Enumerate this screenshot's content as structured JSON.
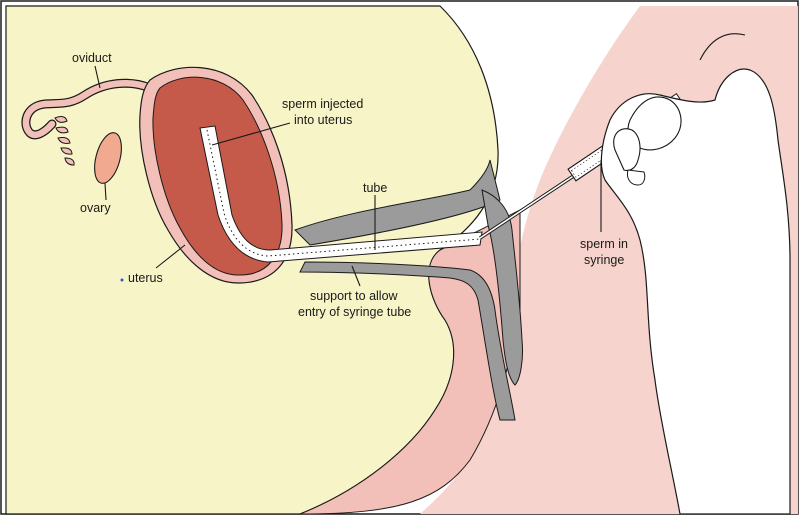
{
  "labels": {
    "oviduct": "oviduct",
    "ovary": "ovary",
    "uterus": "uterus",
    "sperm_injected_line1": "sperm injected",
    "sperm_injected_line2": "into uterus",
    "tube": "tube",
    "support_line1": "support to allow",
    "support_line2": "entry of syringe tube",
    "sperm_syringe_line1": "sperm in",
    "sperm_syringe_line2": "syringe"
  },
  "colors": {
    "body_cavity": "#f7f4c8",
    "skin": "#f6d3cc",
    "uterus_wall": "#f2c0b8",
    "uterus_lining": "#c65a4a",
    "ovary": "#f1a98f",
    "speculum": "#9b9b9b",
    "hand": "#ffffff",
    "outline": "#1a1a1a"
  }
}
